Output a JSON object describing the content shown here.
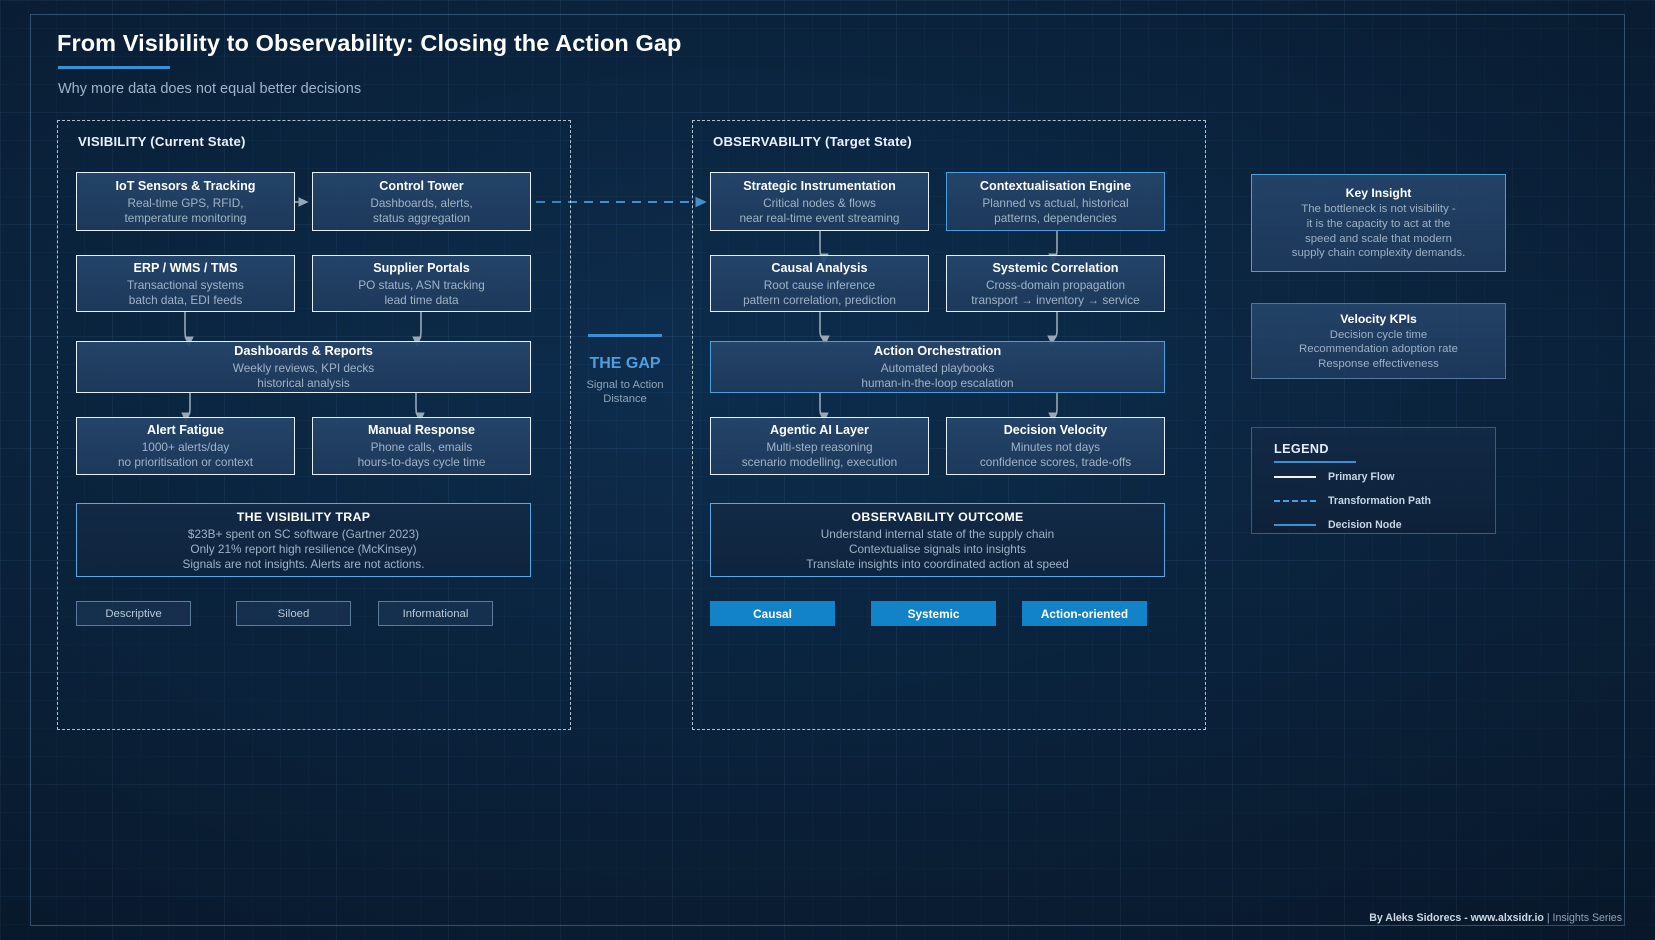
{
  "header": {
    "title": "From Visibility to Observability: Closing the Action Gap",
    "subtitle": "Why more data does not equal better decisions"
  },
  "left_panel": {
    "label": "VISIBILITY (Current State)",
    "nodes": [
      {
        "title": "IoT Sensors & Tracking",
        "line1": "Real-time GPS, RFID,",
        "line2": "temperature monitoring"
      },
      {
        "title": "Control Tower",
        "line1": "Dashboards, alerts,",
        "line2": "status aggregation"
      },
      {
        "title": "ERP / WMS / TMS",
        "line1": "Transactional systems",
        "line2": "batch data, EDI feeds"
      },
      {
        "title": "Supplier Portals",
        "line1": "PO status, ASN tracking",
        "line2": "lead time data"
      },
      {
        "title": "Dashboards & Reports",
        "line1": "Weekly reviews, KPI decks",
        "line2": "historical analysis"
      },
      {
        "title": "Alert Fatigue",
        "line1": "1000+ alerts/day",
        "line2": "no prioritisation or context"
      },
      {
        "title": "Manual Response",
        "line1": "Phone calls, emails",
        "line2": "hours-to-days cycle time"
      }
    ],
    "callout": {
      "title": "THE VISIBILITY TRAP",
      "line1": "$23B+ spent on SC software (Gartner 2023)",
      "line2": "Only 21% report high resilience (McKinsey)",
      "line3": "Signals are not insights. Alerts are not actions."
    },
    "tags": [
      "Descriptive",
      "Siloed",
      "Informational"
    ]
  },
  "gap": {
    "title": "THE GAP",
    "line1": "Signal to Action",
    "line2": "Distance"
  },
  "right_panel": {
    "label": "OBSERVABILITY (Target State)",
    "nodes": [
      {
        "title": "Strategic Instrumentation",
        "line1": "Critical nodes & flows",
        "line2": "near real-time event streaming"
      },
      {
        "title": "Contextualisation Engine",
        "line1": "Planned vs actual, historical",
        "line2": "patterns, dependencies"
      },
      {
        "title": "Causal Analysis",
        "line1": "Root cause inference",
        "line2": "pattern correlation, prediction"
      },
      {
        "title": "Systemic Correlation",
        "line1": "Cross-domain propagation",
        "line2": "transport → inventory → service"
      },
      {
        "title": "Action Orchestration",
        "line1": "Automated playbooks",
        "line2": "human-in-the-loop escalation"
      },
      {
        "title": "Agentic AI Layer",
        "line1": "Multi-step reasoning",
        "line2": "scenario modelling, execution"
      },
      {
        "title": "Decision Velocity",
        "line1": "Minutes not days",
        "line2": "confidence scores, trade-offs"
      }
    ],
    "callout": {
      "title": "OBSERVABILITY OUTCOME",
      "line1": "Understand internal state of the supply chain",
      "line2": "Contextualise signals into insights",
      "line3": "Translate insights into coordinated action at speed"
    },
    "tags": [
      "Causal",
      "Systemic",
      "Action-oriented"
    ]
  },
  "sidebar": {
    "key_insight": {
      "title": "Key Insight",
      "line1": "The bottleneck is not visibility -",
      "line2": "it is the capacity to act at the",
      "line3": "speed and scale that modern",
      "line4": "supply chain complexity demands."
    },
    "velocity_kpis": {
      "title": "Velocity KPIs",
      "line1": "Decision cycle time",
      "line2": "Recommendation adoption rate",
      "line3": "Response effectiveness"
    }
  },
  "legend": {
    "title": "LEGEND",
    "items": [
      {
        "label": "Primary Flow",
        "style": "solid-white"
      },
      {
        "label": "Transformation Path",
        "style": "dashed-blue"
      },
      {
        "label": "Decision Node",
        "style": "solid-blue"
      }
    ]
  },
  "footer": {
    "author": "By Aleks Sidorecs - www.alxsidr.io",
    "series": " | Insights Series"
  },
  "colors": {
    "accent": "#3d8fd4",
    "accent_bright": "#1283c9",
    "decision_border": "#4a9fe0",
    "background": "#0a2038"
  }
}
